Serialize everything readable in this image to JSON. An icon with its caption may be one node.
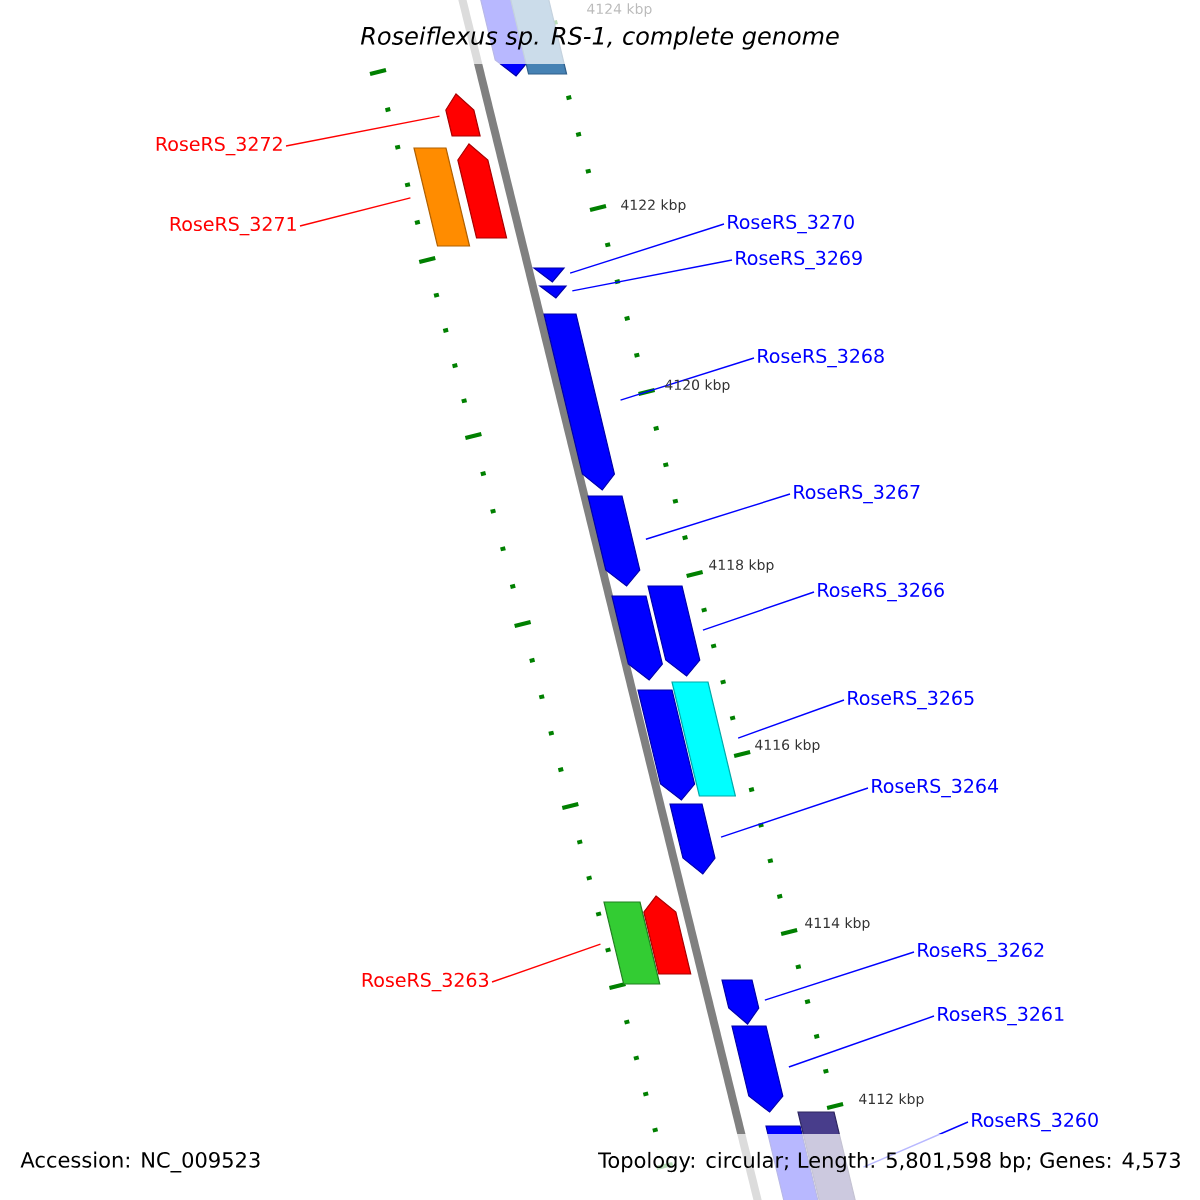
{
  "diagram": {
    "title": "Roseiflexus sp. RS-1, complete genome",
    "nodes": [
      {
        "text": [],
        "shape": "arrow"
      },
      {
        "text": [],
        "shape": "box"
      },
      {
        "text": [],
        "shape": "arrow"
      },
      {
        "text": [],
        "shape": "box"
      },
      {
        "text": [],
        "shape": "arrow"
      },
      {
        "text": [],
        "shape": "arrow"
      },
      {
        "text": [],
        "shape": "arrow"
      },
      {
        "text": [],
        "shape": "arrow"
      },
      {
        "text": [],
        "shape": "arrow"
      },
      {
        "text": [],
        "shape": "arrow"
      },
      {
        "text": [],
        "shape": "arrow"
      },
      {
        "text": [],
        "shape": "arrow"
      },
      {
        "text": [],
        "shape": "box"
      },
      {
        "text": [],
        "shape": "arrow"
      },
      {
        "text": [],
        "shape": "box"
      },
      {
        "text": [],
        "shape": "arrow"
      },
      {
        "text": [],
        "shape": "arrow"
      },
      {
        "text": [],
        "shape": "arrow"
      },
      {
        "text": [],
        "shape": "arrow"
      },
      {
        "text": [],
        "shape": "box"
      },
      {
        "text": [
          "RoseRS_3272"
        ]
      },
      {
        "text": [
          "RoseRS_3271"
        ]
      },
      {
        "text": [
          "RoseRS_3270"
        ]
      },
      {
        "text": [
          "RoseRS_3269"
        ]
      },
      {
        "text": [
          "RoseRS_3268"
        ]
      },
      {
        "text": [
          "RoseRS_3267"
        ]
      },
      {
        "text": [
          "RoseRS_3266"
        ]
      },
      {
        "text": [
          "RoseRS_3265"
        ]
      },
      {
        "text": [
          "RoseRS_3264"
        ]
      },
      {
        "text": [
          "RoseRS_3263"
        ]
      },
      {
        "text": [
          "RoseRS_3262"
        ]
      },
      {
        "text": [
          "RoseRS_3261"
        ]
      },
      {
        "text": [
          "RoseRS_3260"
        ]
      }
    ],
    "edges": [
      {
        "from": 20,
        "to": 2,
        "arrow": "none",
        "color": "#ff0000"
      },
      {
        "from": 21,
        "to": 3,
        "arrow": "none",
        "color": "#ff0000"
      },
      {
        "from": 22,
        "to": 5,
        "arrow": "none"
      },
      {
        "from": 23,
        "to": 6,
        "arrow": "none"
      },
      {
        "from": 24,
        "to": 7,
        "arrow": "none"
      },
      {
        "from": 25,
        "to": 8,
        "arrow": "none"
      },
      {
        "from": 26,
        "to": 10,
        "arrow": "none"
      },
      {
        "from": 27,
        "to": 12,
        "arrow": "none"
      },
      {
        "from": 28,
        "to": 13,
        "arrow": "none"
      },
      {
        "from": 29,
        "to": 14,
        "arrow": "none",
        "color": "#ff0000"
      },
      {
        "from": 30,
        "to": 16,
        "arrow": "none"
      },
      {
        "from": 31,
        "to": 17,
        "arrow": "none"
      },
      {
        "from": 32,
        "to": 19,
        "arrow": "none"
      }
    ],
    "labels": [
      "4124 kbp",
      "4122 kbp",
      "4120 kbp",
      "4118 kbp",
      "4116 kbp",
      "4114 kbp",
      "4112 kbp",
      "Accession: NC_009523",
      "Topology: circular; Length: 5,801,598 bp; Genes: 4,573"
    ]
  }
}
